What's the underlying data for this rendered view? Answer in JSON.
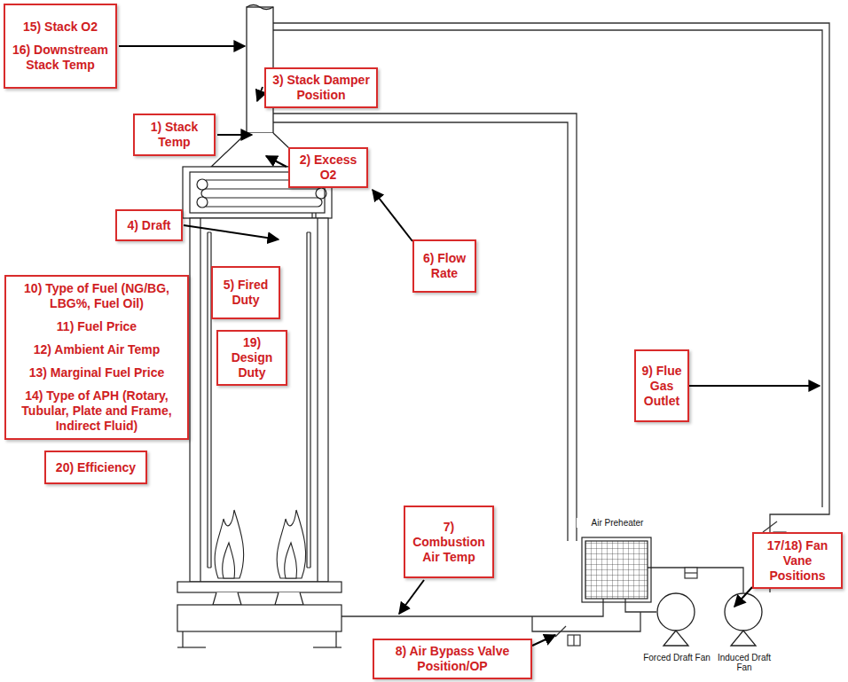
{
  "diagram": {
    "nodes": [
      {
        "text": [
          "15) Stack O2",
          "16) Downstream Stack Temp"
        ]
      },
      {
        "text": [
          "3) Stack Damper Position"
        ]
      },
      {
        "text": [
          "1) Stack Temp"
        ]
      },
      {
        "text": [
          "2) Excess O2"
        ]
      },
      {
        "text": [
          "6) Flow Rate"
        ]
      },
      {
        "text": [
          "4) Draft"
        ]
      },
      {
        "text": [
          "5) Fired Duty"
        ]
      },
      {
        "text": [
          "19) Design Duty"
        ]
      },
      {
        "text": [
          "10) Type of Fuel (NG/BG, LBG%, Fuel Oil)",
          "11) Fuel Price",
          "12) Ambient Air Temp",
          "13) Marginal Fuel Price",
          "14) Type of APH (Rotary, Tubular, Plate and Frame, Indirect Fluid)"
        ]
      },
      {
        "text": [
          "20) Efficiency"
        ]
      },
      {
        "text": [
          "9) Flue Gas Outlet"
        ]
      },
      {
        "text": [
          "7) Combustion Air Temp"
        ]
      },
      {
        "text": [
          "8) Air Bypass Valve Position/OP"
        ]
      },
      {
        "text": [
          "17/18) Fan Vane Positions"
        ]
      }
    ],
    "labels": [
      "Air Preheater",
      "Forced Draft Fan",
      "Induced Draft Fan"
    ]
  }
}
